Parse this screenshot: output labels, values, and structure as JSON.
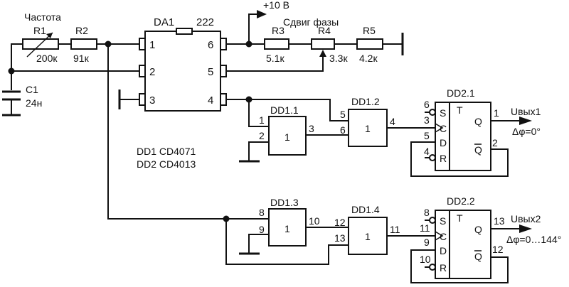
{
  "labels": {
    "frequency": "Частота",
    "phase_shift": "Сдвиг фазы",
    "supply": "+10 В",
    "legend_dd1": "DD1  CD4071",
    "legend_dd2": "DD2  CD4013"
  },
  "components": {
    "R1": {
      "ref": "R1",
      "value": "200к"
    },
    "R2": {
      "ref": "R2",
      "value": "91к"
    },
    "R3": {
      "ref": "R3",
      "value": "5.1к"
    },
    "R4": {
      "ref": "R4",
      "value": "3.3к"
    },
    "R5": {
      "ref": "R5",
      "value": "4.2к"
    },
    "C1": {
      "ref": "C1",
      "value": "24н"
    }
  },
  "da1": {
    "ref": "DA1",
    "type": "222",
    "pins": [
      "1",
      "2",
      "3",
      "4",
      "5",
      "6"
    ]
  },
  "gates": {
    "dd1_1": {
      "ref": "DD1.1",
      "func": "1",
      "in_a": "1",
      "in_b": "2",
      "out": "3"
    },
    "dd1_2": {
      "ref": "DD1.2",
      "func": "1",
      "in_a": "5",
      "in_b": "6",
      "out": "4"
    },
    "dd1_3": {
      "ref": "DD1.3",
      "func": "1",
      "in_a": "8",
      "in_b": "9",
      "out": "10"
    },
    "dd1_4": {
      "ref": "DD1.4",
      "func": "1",
      "in_a": "12",
      "in_b": "13",
      "out": "11"
    }
  },
  "flipflops": {
    "dd2_1": {
      "ref": "DD2.1",
      "pins": {
        "S": "6",
        "C": "3",
        "D": "5",
        "R": "4",
        "Q": "1",
        "Qn": "2"
      },
      "output_label": "Uвых1",
      "phase": "Δφ=0°"
    },
    "dd2_2": {
      "ref": "DD2.2",
      "pins": {
        "S": "8",
        "C": "11",
        "D": "9",
        "R": "10",
        "Q": "13",
        "Qn": "12"
      },
      "output_label": "Uвых2",
      "phase": "Δφ=0…144°"
    }
  },
  "ff_terminals": {
    "T": "T",
    "S": "S",
    "C": "C",
    "D": "D",
    "R": "R",
    "Q": "Q"
  }
}
